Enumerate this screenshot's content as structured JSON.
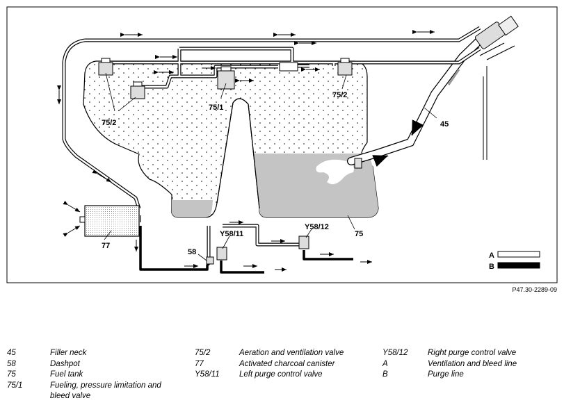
{
  "labels": {
    "filler_neck": "45",
    "fuel_tank": "75",
    "fueling_valve": "75/1",
    "aeration_valve_left": "75/2",
    "aeration_valve_right": "75/2",
    "canister": "77",
    "dashpot": "58",
    "left_purge_valve": "Y58/11",
    "right_purge_valve": "Y58/12",
    "line_a": "A",
    "line_b": "B"
  },
  "reference": "P47.30-2289-09",
  "legend": [
    {
      "key": "45",
      "value": "Filler neck"
    },
    {
      "key": "58",
      "value": "Dashpot"
    },
    {
      "key": "75",
      "value": "Fuel tank"
    },
    {
      "key": "75/1",
      "value": "Fueling, pressure limitation and bleed valve"
    },
    {
      "key": "75/2",
      "value": "Aeration and ventilation valve"
    },
    {
      "key": "77",
      "value": "Activated charcoal canister"
    },
    {
      "key": "Y58/11",
      "value": "Left purge control valve"
    },
    {
      "key": "A",
      "value": "Ventilation and bleed line"
    },
    {
      "key": "Y58/12",
      "value": "Right purge control valve"
    },
    {
      "key": "B",
      "value": "Purge line"
    }
  ]
}
